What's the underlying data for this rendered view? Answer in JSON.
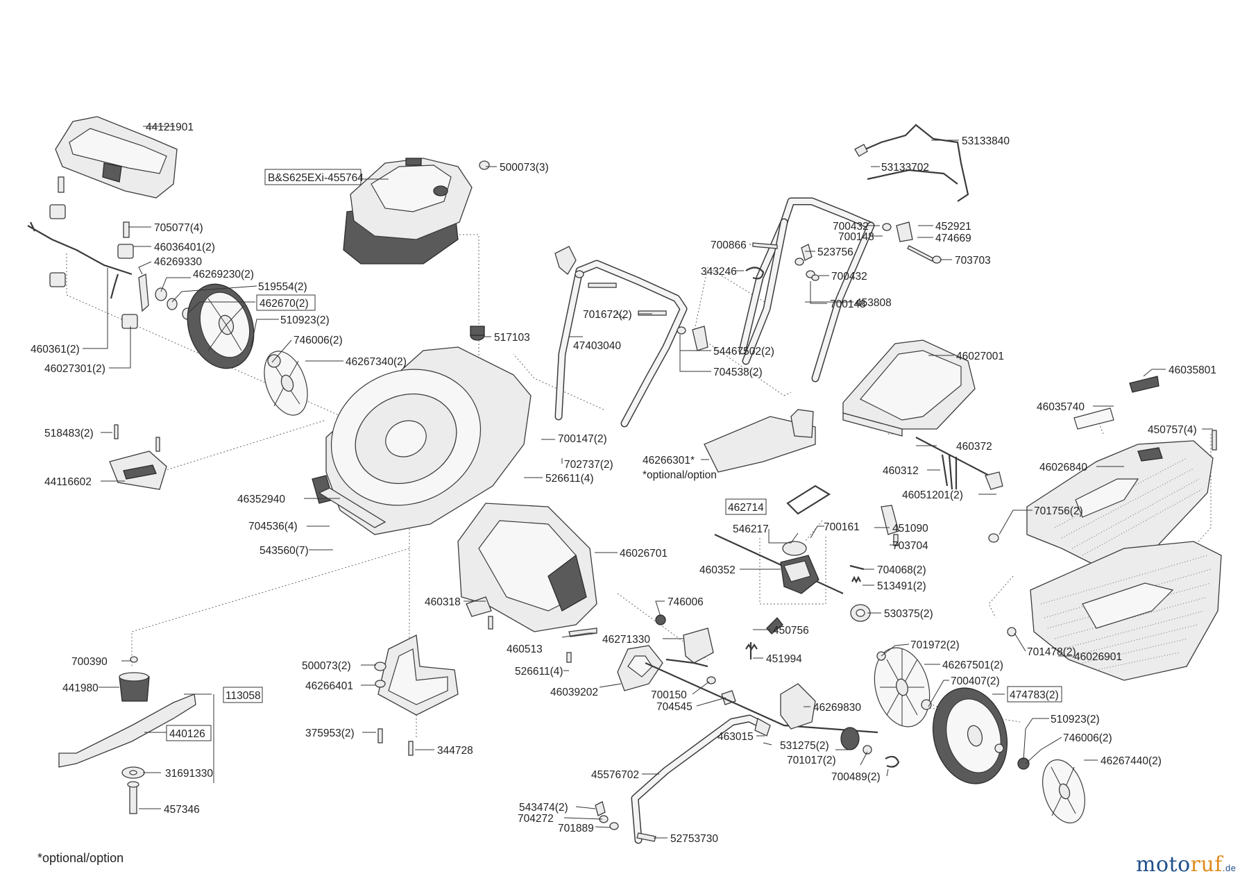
{
  "labels": {
    "l01": "44121901",
    "l02": "500073(3)",
    "l03": "705077(4)",
    "l04": "46036401(2)",
    "l05": "46269330",
    "l06": "46269230(2)",
    "l07": "519554(2)",
    "l08": "510923(2)",
    "l09": "746006(2)",
    "l10": "46267340(2)",
    "l11": "460361(2)",
    "l12": "46027301(2)",
    "l13": "518483(2)",
    "l14": "44116602",
    "l15": "46352940",
    "l16": "704536(4)",
    "l17": "543560(7)",
    "l18": "517103",
    "l19": "700147(2)",
    "l20": "702737(2)",
    "l21": "526611(4)",
    "l22": "46026701",
    "l23": "460318",
    "l24": "460513",
    "l25": "526611(4)",
    "l26": "46039202",
    "l27": "700390",
    "l28": "441980",
    "l29": "31691330",
    "l30": "457346",
    "l31": "500073(2)",
    "l32": "46266401",
    "l33": "375953(2)",
    "l34": "344728",
    "l35": "53133840",
    "l36": "53133702",
    "l37": "700432",
    "l38": "700148",
    "l39": "452921",
    "l40": "474669",
    "l41": "700866",
    "l42": "523756",
    "l43": "703703",
    "l44": "343246",
    "l45": "700432",
    "l46": "700148",
    "l47": "453808",
    "l48": "701672(2)",
    "l49": "47403040",
    "l50": "54467502(2)",
    "l51": "704538(2)",
    "l52": "46027001",
    "l53": "46035801",
    "l54": "46035740",
    "l55": "450757(4)",
    "l56": "46026840",
    "l57": "460372",
    "l58": "460312",
    "l59": "46051201(2)",
    "l60": "46266301*",
    "l61": "*optional/option",
    "l62": "546217",
    "l63": "700161",
    "l64": "451090",
    "l65": "703704",
    "l66": "460352",
    "l67": "704068(2)",
    "l68": "513491(2)",
    "l69": "746006",
    "l70": "530375(2)",
    "l71": "450756",
    "l72": "451994",
    "l73": "701756(2)",
    "l74": "701478(2)",
    "l75": "46026901",
    "l76": "46271330",
    "l77": "700150",
    "l78": "704545",
    "l79": "701972(2)",
    "l80": "46267501(2)",
    "l81": "700407(2)",
    "l82": "510923(2)",
    "l83": "746006(2)",
    "l84": "46267440(2)",
    "l85": "46269830",
    "l86": "463015",
    "l87": "531275(2)",
    "l88": "701017(2)",
    "l89": "700489(2)",
    "l90": "45576702",
    "l91": "543474(2)",
    "l92": "704272",
    "l93": "701889",
    "l94": "52753730"
  },
  "boxed_labels": {
    "b1": "B&S625EXi-455764",
    "b2": "462670(2)",
    "b3": "113058",
    "b4": "440126",
    "b5": "462714",
    "b6": "474783(2)"
  },
  "footnote": "*optional/option",
  "brand": {
    "part1": "moto",
    "part2": "ruf",
    "suffix": ".de"
  },
  "colors": {
    "line": "#333333",
    "brand_blue": "#1f4f8a",
    "brand_orange": "#e08a1e"
  }
}
